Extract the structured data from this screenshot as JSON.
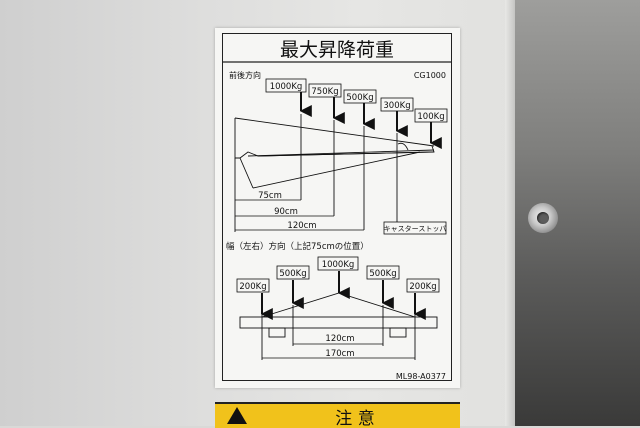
{
  "label": {
    "title": "最大昇降荷重",
    "section1_title": "前後方向",
    "model_code": "CG1000",
    "loads_front_rear": [
      "1000Kg",
      "750Kg",
      "500Kg",
      "300Kg",
      "100Kg"
    ],
    "dims_front_rear": [
      "75cm",
      "90cm",
      "120cm"
    ],
    "caster_stopper": "キャスターストッパ",
    "section2_title": "幅（左右）方向（上記75cmの位置）",
    "loads_width": [
      "200Kg",
      "500Kg",
      "1000Kg",
      "500Kg",
      "200Kg"
    ],
    "dims_width": [
      "120cm",
      "170cm"
    ],
    "part_number": "ML98-A0377"
  },
  "warning": {
    "text": "注 意",
    "color": "#f1c21b"
  },
  "colors": {
    "label_bg": "#f6f6f4",
    "ink": "#111111",
    "wall": "#e0e0de"
  }
}
